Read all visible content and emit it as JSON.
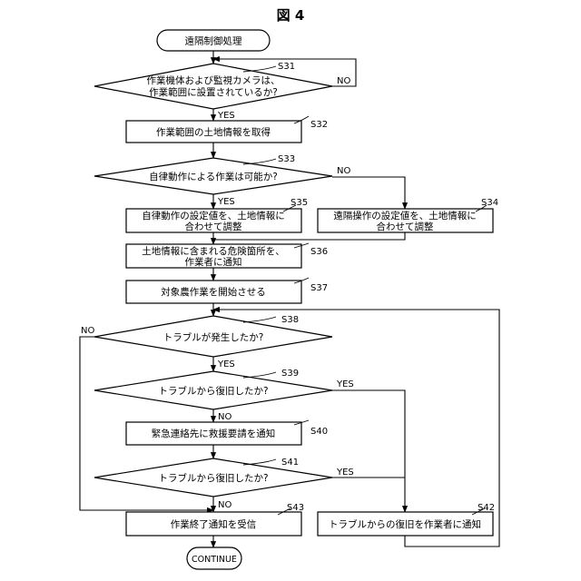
{
  "figure_title": "図 4",
  "nodes": {
    "start": {
      "lines": [
        "遠隔制御処理"
      ]
    },
    "s31": {
      "step": "S31",
      "lines": [
        "作業機体および監視カメラは、",
        "作業範囲に設置されているか?"
      ]
    },
    "s32": {
      "step": "S32",
      "lines": [
        "作業範囲の土地情報を取得"
      ]
    },
    "s33": {
      "step": "S33",
      "lines": [
        "自律動作による作業は可能か?"
      ]
    },
    "s34": {
      "step": "S34",
      "lines": [
        "遠隔操作の設定値を、土地情報に",
        "合わせて調整"
      ]
    },
    "s35": {
      "step": "S35",
      "lines": [
        "自律動作の設定値を、土地情報に",
        "合わせて調整"
      ]
    },
    "s36": {
      "step": "S36",
      "lines": [
        "土地情報に含まれる危険箇所を、",
        "作業者に通知"
      ]
    },
    "s37": {
      "step": "S37",
      "lines": [
        "対象農作業を開始させる"
      ]
    },
    "s38": {
      "step": "S38",
      "lines": [
        "トラブルが発生したか?"
      ]
    },
    "s39": {
      "step": "S39",
      "lines": [
        "トラブルから復旧したか?"
      ]
    },
    "s40": {
      "step": "S40",
      "lines": [
        "緊急連絡先に救援要請を通知"
      ]
    },
    "s41": {
      "step": "S41",
      "lines": [
        "トラブルから復旧したか?"
      ]
    },
    "s42": {
      "step": "S42",
      "lines": [
        "トラブルからの復旧を作業者に通知"
      ]
    },
    "s43": {
      "step": "S43",
      "lines": [
        "作業終了通知を受信"
      ]
    },
    "end": {
      "lines": [
        "CONTINUE"
      ]
    }
  },
  "branch_labels": {
    "s31_no": "NO",
    "s31_yes": "YES",
    "s33_no": "NO",
    "s33_yes": "YES",
    "s38_no": "NO",
    "s38_yes": "YES",
    "s39_yes": "YES",
    "s39_no": "NO",
    "s41_yes": "YES",
    "s41_no": "NO"
  },
  "colors": {
    "ink": "#000000",
    "paper": "#ffffff"
  }
}
